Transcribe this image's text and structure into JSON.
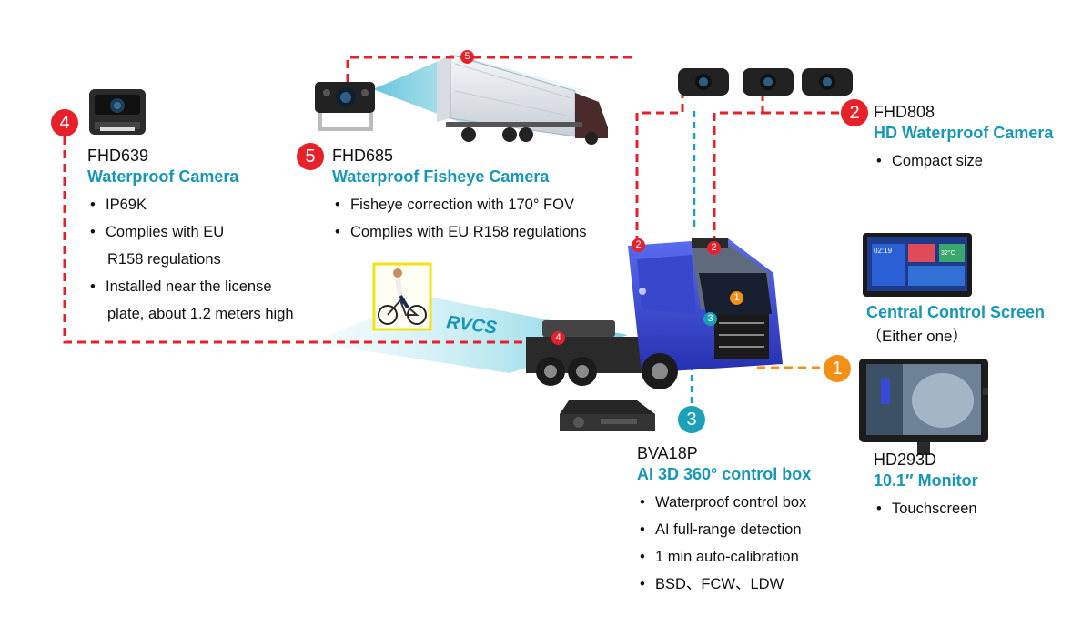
{
  "callouts": {
    "fhd639": {
      "badge": "4",
      "model": "FHD639",
      "feature": "Waterproof Camera",
      "bullets": [
        "IP69K",
        "Complies with EU",
        "R158 regulations",
        "Installed near the license",
        "plate, about 1.2 meters high"
      ]
    },
    "fhd685": {
      "badge": "5",
      "model": "FHD685",
      "feature": "Waterproof Fisheye Camera",
      "bullets": [
        "Fisheye correction with 170° FOV",
        "Complies with EU R158 regulations"
      ]
    },
    "fhd808": {
      "badge": "2",
      "model": "FHD808",
      "feature": "HD Waterproof Camera",
      "bullets": [
        "Compact size"
      ]
    },
    "central": {
      "feature": "Central Control Screen",
      "note": "（Either one）"
    },
    "hd293d": {
      "badge": "1",
      "model": "HD293D",
      "feature": "10.1″ Monitor",
      "bullets": [
        "Touchscreen"
      ]
    },
    "bva18p": {
      "badge": "3",
      "model": "BVA18P",
      "feature": "AI 3D 360° control box",
      "bullets": [
        "Waterproof control box",
        "AI full-range detection",
        "1 min auto-calibration",
        "BSD、FCW、LDW"
      ]
    }
  },
  "truck_markers": [
    "1",
    "2",
    "2",
    "3",
    "4",
    "5"
  ],
  "rvcs_label": "RVCS",
  "screen": {
    "time": "02:19",
    "temperature": "32°C"
  },
  "colors": {
    "red": "#e8202a",
    "orange": "#f39016",
    "teal": "#1ba0b8",
    "truck_blue": "#3a48d8",
    "feature_text": "#1497b8"
  }
}
